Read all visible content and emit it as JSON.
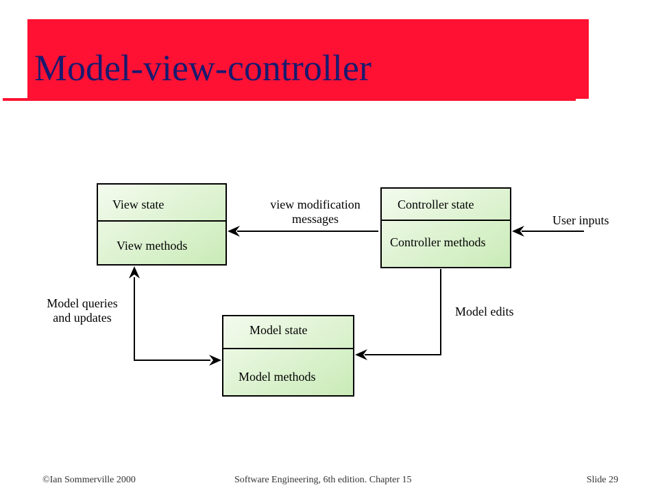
{
  "slide": {
    "title": "Model-view-controller",
    "footer": {
      "left": "©Ian Sommerville 2000",
      "center": "Software Engineering, 6th edition. Chapter 15",
      "right": "Slide 29"
    }
  },
  "diagram": {
    "colors": {
      "box_fill_light": "#f4fbee",
      "box_fill_dark": "#c9ebb7",
      "title_bar": "#ff1133",
      "title_text": "#1a1a6e"
    },
    "nodes": {
      "view": {
        "state": "View state",
        "methods": "View methods"
      },
      "controller": {
        "state": "Controller state",
        "methods": "Controller methods"
      },
      "model": {
        "state": "Model state",
        "methods": "Model methods"
      }
    },
    "edges": {
      "view_modification": {
        "line1": "view modification",
        "line2": "messages"
      },
      "user_inputs": "User inputs",
      "model_edits": "Model edits",
      "model_queries": {
        "line1": "Model queries",
        "line2": "and updates"
      }
    }
  }
}
